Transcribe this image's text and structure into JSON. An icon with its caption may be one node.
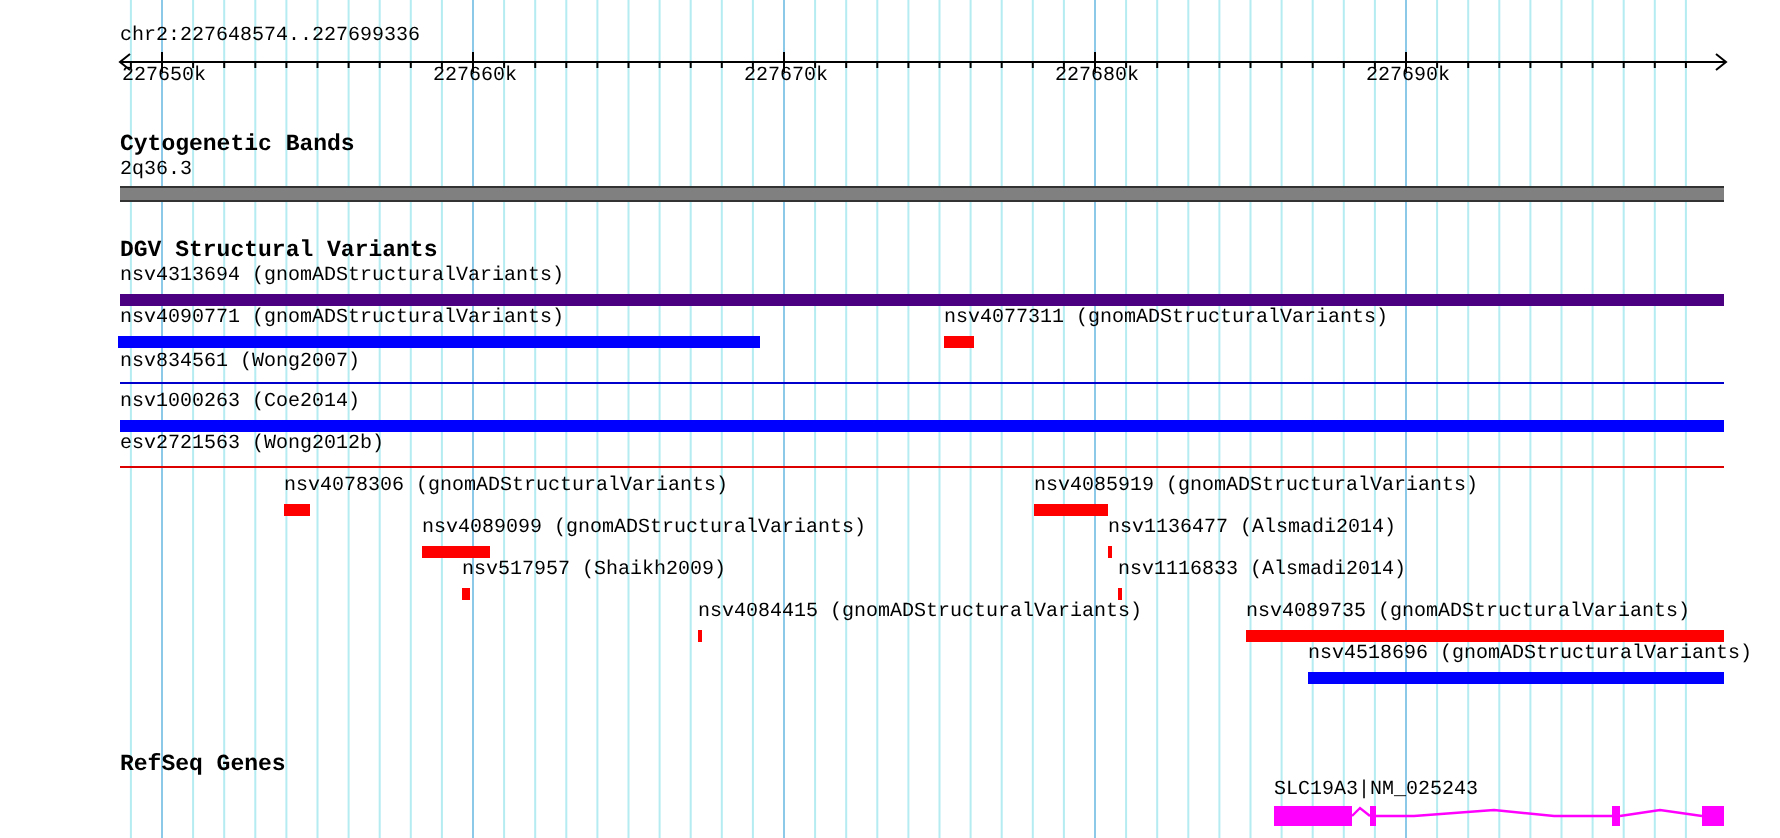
{
  "diagram": {
    "nodes": [
      {
        "text": [
          "2q36.3"
        ]
      },
      {
        "text": [
          "nsv4313694 (gnomADStructuralVariants)"
        ]
      },
      {
        "text": [
          "nsv4090771 (gnomADStructuralVariants)"
        ]
      },
      {
        "text": [
          "nsv4077311 (gnomADStructuralVariants)"
        ]
      },
      {
        "text": [
          "nsv834561 (Wong2007)"
        ]
      },
      {
        "text": [
          "nsv1000263 (Coe2014)"
        ]
      },
      {
        "text": [
          "esv2721563 (Wong2012b)"
        ]
      },
      {
        "text": [
          "nsv4078306 (gnomADStructuralVariants)"
        ]
      },
      {
        "text": [
          "nsv4085919 (gnomADStructuralVariants)"
        ]
      },
      {
        "text": [
          "nsv4089099 (gnomADStructuralVariants)"
        ]
      },
      {
        "text": [
          "nsv1136477 (Alsmadi2014)"
        ]
      },
      {
        "text": [
          "nsv517957 (Shaikh2009)"
        ]
      },
      {
        "text": [
          "nsv1116833 (Alsmadi2014)"
        ]
      },
      {
        "text": [
          "nsv4084415 (gnomADStructuralVariants)"
        ]
      },
      {
        "text": [
          "nsv4089735 (gnomADStructuralVariants)"
        ]
      },
      {
        "text": [
          "nsv4518696 (gnomADStructuralVariants)"
        ]
      },
      {
        "text": [
          "SLC19A3|NM_025243"
        ]
      }
    ],
    "labels": [
      "chr2:227648574..227699336",
      "227650k",
      "227660k",
      "227670k",
      "227680k",
      "227690k",
      "Cytogenetic Bands",
      "DGV Structural Variants",
      "RefSeq Genes"
    ]
  }
}
